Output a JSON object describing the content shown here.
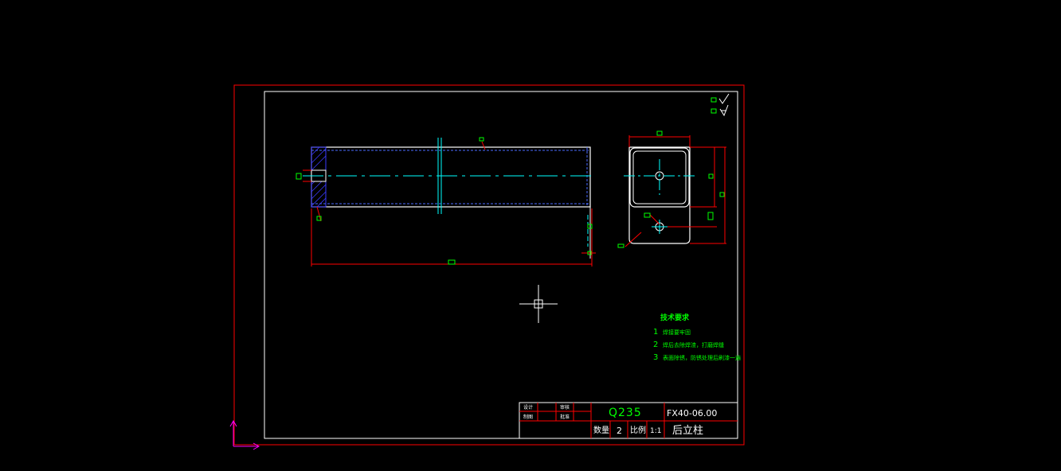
{
  "title_block": {
    "material": "Q235",
    "drawing_no": "FX40-06.00",
    "qty_label": "数量",
    "qty_value": "2",
    "scale_label": "比例",
    "scale_value": "1:1",
    "part_name": "后立柱",
    "designer_label": "设计",
    "checker_label": "审核",
    "drafter_label": "制图",
    "approver_label": "批准"
  },
  "tech_requirements": {
    "heading": "技术要求",
    "items": [
      {
        "num": "1",
        "text": "焊接要牢固"
      },
      {
        "num": "2",
        "text": "焊后去除焊渣，打磨焊缝"
      },
      {
        "num": "3",
        "text": "表面除锈，防锈处理后刷漆一遍"
      }
    ]
  },
  "colors": {
    "background": "#000000",
    "border": "#ff0000",
    "frame": "#ffffff",
    "dimension": "#ff0000",
    "centerline": "#00ffff",
    "hidden_line": "#4a6aff",
    "hatch": "#3a3aff",
    "text": "#00ff00",
    "ucs": "#ff00ff"
  }
}
